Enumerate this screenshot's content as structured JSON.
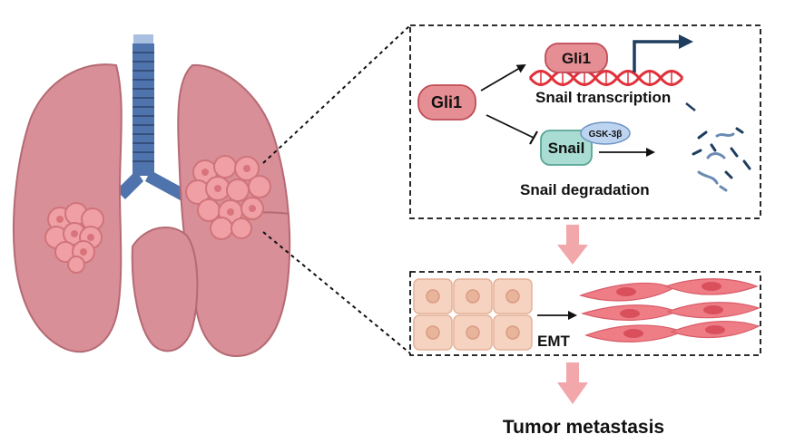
{
  "gli1_left": "Gli1",
  "gli1_dna": "Gli1",
  "snail_transcription": "Snail transcription",
  "snail_protein": "Snail",
  "gsk3b": "GSK-3β",
  "snail_degradation": "Snail degradation",
  "emt": "EMT",
  "tumor_metastasis": "Tumor metastasis",
  "colors": {
    "lung_fill": "#d98f97",
    "lung_edge": "#b56a74",
    "trachea": "#4f73ad",
    "tumor": "#f0a0a4",
    "gli1_fill": "#e58f95",
    "snail_fill": "#a9dcd2",
    "gsk_fill": "#bcd4ef",
    "dna_red": "#e0313a",
    "dna_navy": "#1f3d5f",
    "flow_arrow": "#f2a7aa",
    "epithelial_cell": "#f6d3c1",
    "mesenchymal_cell": "#ee7d86"
  }
}
